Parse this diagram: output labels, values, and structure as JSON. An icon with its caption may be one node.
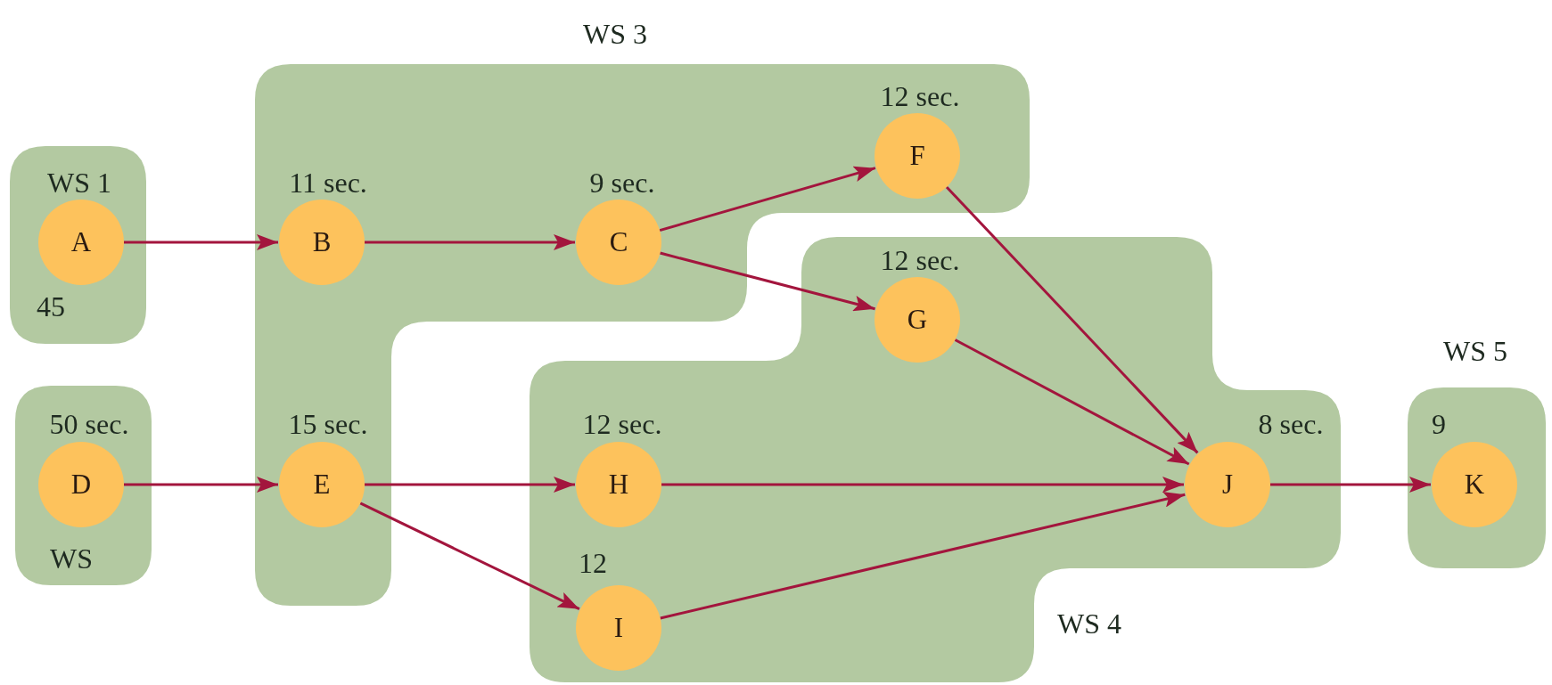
{
  "diagram": {
    "nodes": [
      {
        "text": [
          "WS 1",
          "45"
        ]
      },
      {
        "text": [
          "A"
        ],
        "in": 0
      },
      {
        "text": [
          "WS"
        ]
      },
      {
        "text": [
          "D"
        ],
        "in": 2,
        "beside": [
          "50 sec."
        ]
      },
      {
        "text": [
          "WS 3"
        ]
      },
      {
        "text": [
          "B"
        ],
        "in": 4,
        "beside": [
          "11 sec."
        ]
      },
      {
        "text": [
          "C"
        ],
        "in": 4,
        "beside": [
          "9 sec."
        ]
      },
      {
        "text": [
          "F"
        ],
        "in": 4,
        "beside": [
          "12 sec."
        ]
      },
      {
        "text": [
          "E"
        ],
        "in": 4,
        "beside": [
          "15 sec."
        ]
      },
      {
        "text": [
          "WS 4"
        ]
      },
      {
        "text": [
          "G"
        ],
        "in": 9,
        "beside": [
          "12 sec."
        ]
      },
      {
        "text": [
          "H"
        ],
        "in": 9,
        "beside": [
          "12 sec."
        ]
      },
      {
        "text": [
          "I"
        ],
        "in": 9,
        "beside": [
          "12"
        ]
      },
      {
        "text": [
          "J"
        ],
        "in": 9,
        "beside": [
          "8 sec."
        ]
      },
      {
        "text": [
          "WS 5",
          "9"
        ]
      },
      {
        "text": [
          "K"
        ],
        "in": 14
      }
    ],
    "edges": [
      {
        "from": 1,
        "to": 5,
        "arrow": "to"
      },
      {
        "from": 5,
        "to": 6,
        "arrow": "to"
      },
      {
        "from": 6,
        "to": 7,
        "arrow": "to"
      },
      {
        "from": 6,
        "to": 10,
        "arrow": "to"
      },
      {
        "from": 3,
        "to": 8,
        "arrow": "to"
      },
      {
        "from": 8,
        "to": 11,
        "arrow": "to"
      },
      {
        "from": 8,
        "to": 12,
        "arrow": "to"
      },
      {
        "from": 7,
        "to": 13,
        "arrow": "to"
      },
      {
        "from": 10,
        "to": 13,
        "arrow": "to"
      },
      {
        "from": 11,
        "to": 13,
        "arrow": "to"
      },
      {
        "from": 12,
        "to": 13,
        "arrow": "to"
      },
      {
        "from": 13,
        "to": 15,
        "arrow": "to"
      }
    ]
  }
}
